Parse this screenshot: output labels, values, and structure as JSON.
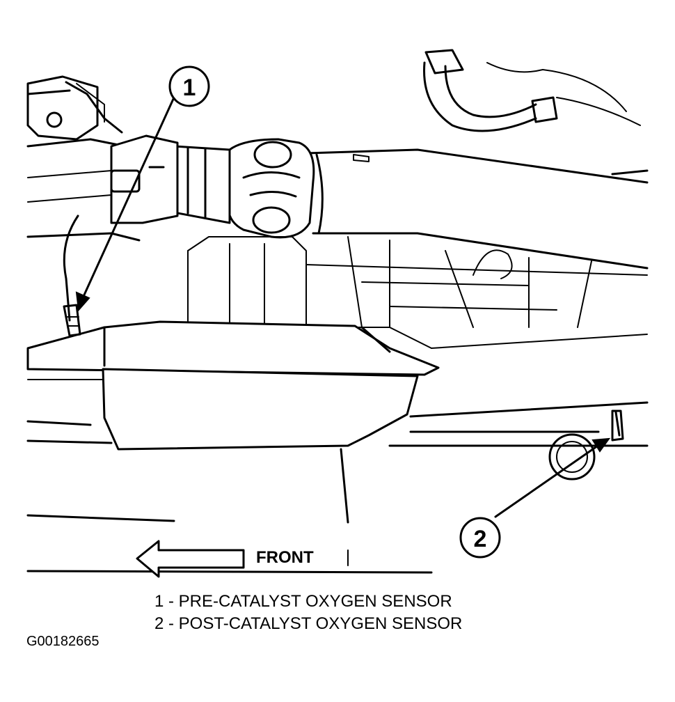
{
  "callouts": [
    {
      "number": "1"
    },
    {
      "number": "2"
    }
  ],
  "direction_label": "FRONT",
  "legend": [
    "1 - PRE-CATALYST OXYGEN SENSOR",
    "2 - POST-CATALYST OXYGEN SENSOR"
  ],
  "figure_id": "G00182665",
  "icons": [
    "front-arrow-icon"
  ]
}
